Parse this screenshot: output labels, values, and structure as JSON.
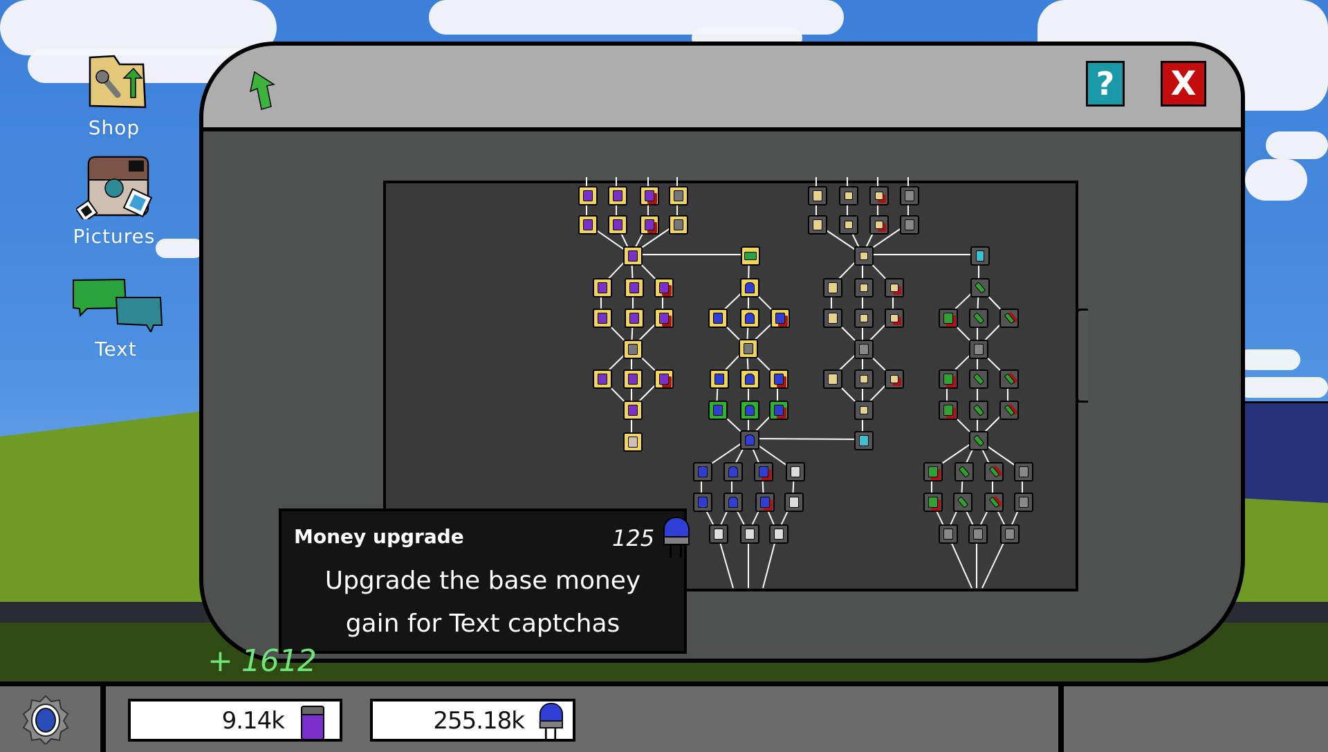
{
  "desktop": {
    "icons": [
      {
        "label": "Shop",
        "icon": "folder-wrench-upgrade-icon"
      },
      {
        "label": "Pictures",
        "icon": "camera-pictures-icon"
      },
      {
        "label": "Text",
        "icon": "chat-bubbles-icon"
      }
    ]
  },
  "window": {
    "back_icon": "green-up-arrow-icon",
    "help_label": "?",
    "close_label": "X",
    "colors": {
      "titlebar": "#adadad",
      "body": "#4f5150",
      "panel": "#3a3a3a",
      "help": "#1a9aa8",
      "close": "#c40c0c"
    }
  },
  "upgrade_tree": {
    "node_colors": {
      "purchased": "#f2d458",
      "locked": "#545454",
      "maxed": "#2bb52b",
      "line": "#ffffff"
    },
    "trees": [
      {
        "name": "battery-tree",
        "state": "purchased",
        "currency": "battery"
      },
      {
        "name": "led-tree",
        "state": "purchased",
        "currency": "led"
      },
      {
        "name": "chip-tree",
        "state": "locked",
        "currency": "chip"
      },
      {
        "name": "pea-tree",
        "state": "locked",
        "currency": "pea"
      }
    ]
  },
  "tooltip": {
    "title": "Money upgrade",
    "cost": "125",
    "cost_icon": "blue-led-icon",
    "description_line1": "Upgrade the base money",
    "description_line2": "gain for Text captchas"
  },
  "gain_popup": "+ 1612",
  "taskbar": {
    "settings_icon": "gear-icon",
    "counters": [
      {
        "value": "9.14k",
        "icon": "purple-battery-icon",
        "color": "#7b2fcb"
      },
      {
        "value": "255.18k",
        "icon": "blue-led-icon",
        "color": "#2f3fd6"
      }
    ]
  }
}
